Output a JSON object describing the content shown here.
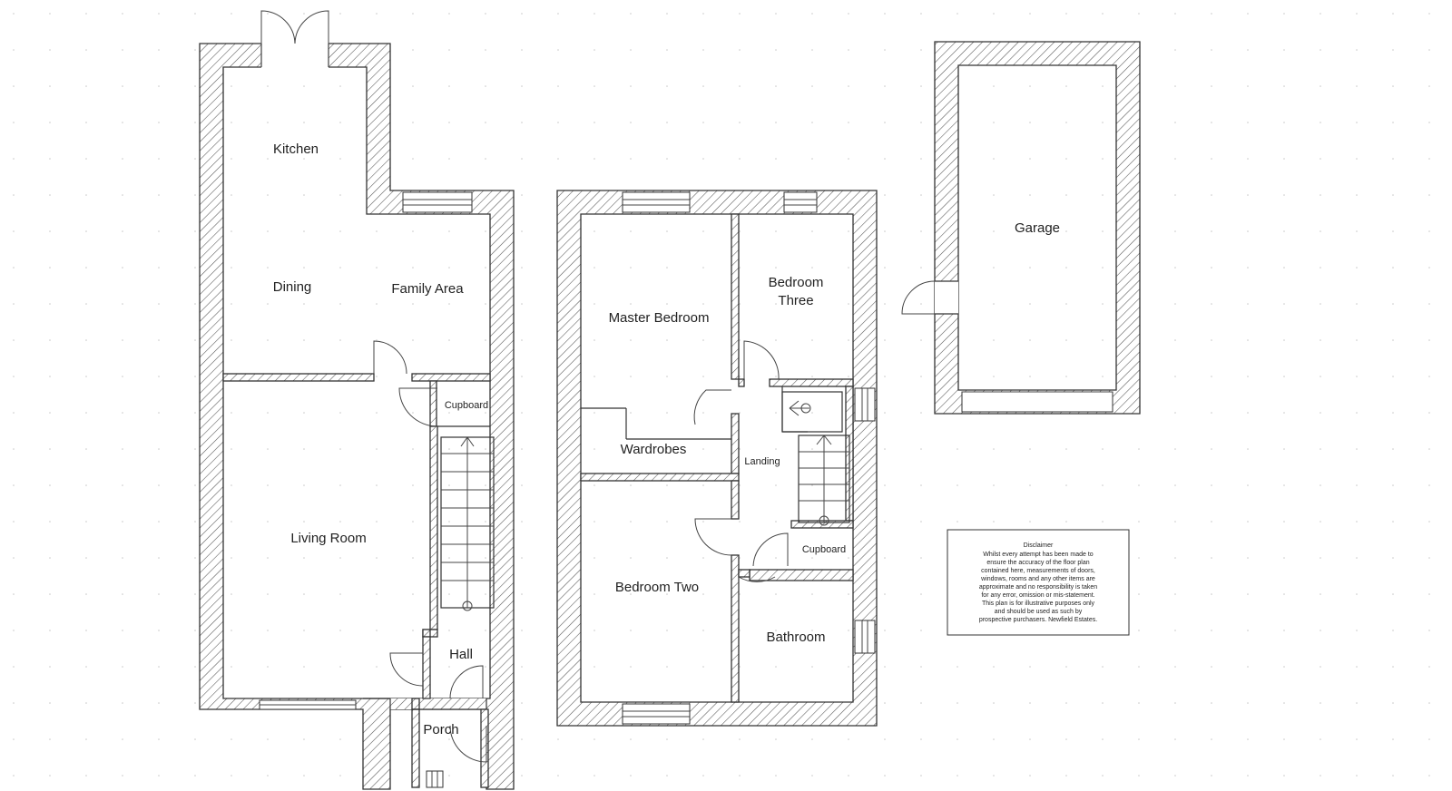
{
  "ground_floor": {
    "rooms": {
      "kitchen": "Kitchen",
      "dining": "Dining",
      "family_area": "Family Area",
      "living_room": "Living Room",
      "cupboard": "Cupboard",
      "hall": "Hall",
      "porch": "Porch"
    }
  },
  "first_floor": {
    "rooms": {
      "master_bedroom": "Master Bedroom",
      "bedroom_three_line1": "Bedroom",
      "bedroom_three_line2": "Three",
      "wardrobes": "Wardrobes",
      "landing": "Landing",
      "bedroom_two": "Bedroom Two",
      "cupboard": "Cupboard",
      "bathroom": "Bathroom"
    }
  },
  "outbuilding": {
    "garage": "Garage"
  },
  "disclaimer": {
    "title": "Disclaimer",
    "lines": [
      "Whilst every attempt has been made to",
      "ensure the accuracy of the floor plan",
      "contained here, measurements of doors,",
      "windows, rooms and any other items are",
      "approximate and no responsibility is taken",
      "for any error, omission or mis-statement.",
      "This plan is for illustrative purposes only",
      "and should be used as such by",
      "prospective purchasers. Newfield Estates."
    ]
  },
  "colors": {
    "background": "#ffffff",
    "walls": "#333333",
    "grid_dots": "#c8c8c8"
  }
}
